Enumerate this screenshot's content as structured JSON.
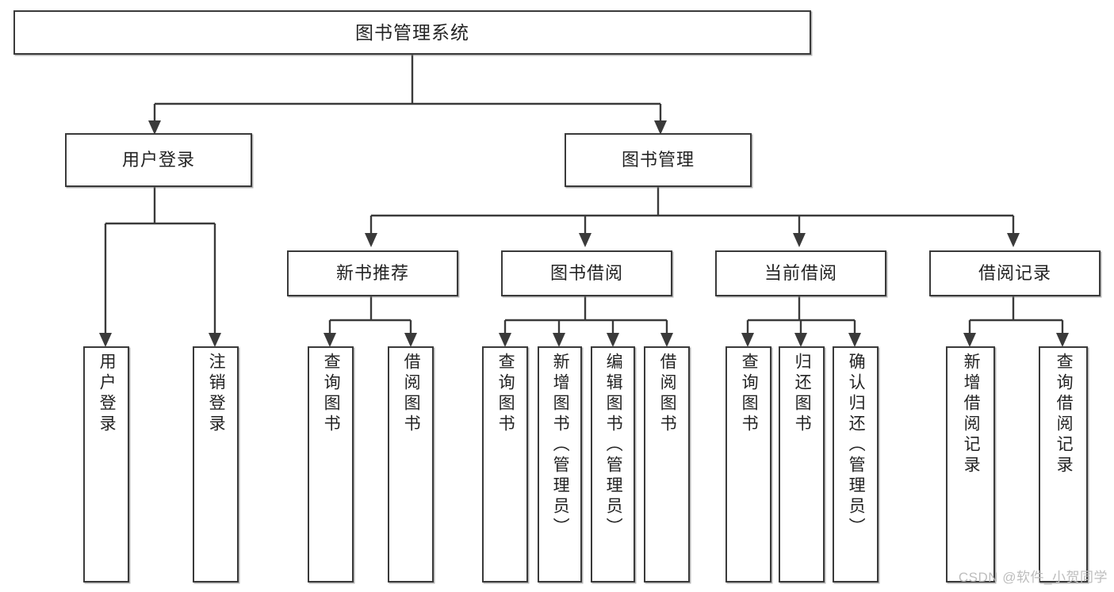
{
  "diagram": {
    "title": "图书管理系统",
    "type": "tree",
    "root": {
      "label": "图书管理系统"
    },
    "level2": [
      {
        "label": "用户登录"
      },
      {
        "label": "图书管理"
      }
    ],
    "level3": [
      {
        "label": "新书推荐"
      },
      {
        "label": "图书借阅"
      },
      {
        "label": "当前借阅"
      },
      {
        "label": "借阅记录"
      }
    ],
    "leaves": {
      "user_login": [
        {
          "label": "用户登录"
        },
        {
          "label": "注销登录"
        }
      ],
      "new_book_recommend": [
        {
          "label": "查询图书"
        },
        {
          "label": "借阅图书"
        }
      ],
      "book_borrow": [
        {
          "label": "查询图书"
        },
        {
          "label": "新增图书（管理员）"
        },
        {
          "label": "编辑图书（管理员）"
        },
        {
          "label": "借阅图书"
        }
      ],
      "current_borrow": [
        {
          "label": "查询图书"
        },
        {
          "label": "归还图书"
        },
        {
          "label": "确认归还（管理员）"
        }
      ],
      "borrow_record": [
        {
          "label": "新增借阅记录"
        },
        {
          "label": "查询借阅记录"
        }
      ]
    }
  },
  "watermark": {
    "text": "CSDN @软件_小贺同学"
  },
  "colors": {
    "border": "#3a3a3a",
    "text": "#232323",
    "background": "#ffffff",
    "watermark": "#bdbdbd"
  }
}
